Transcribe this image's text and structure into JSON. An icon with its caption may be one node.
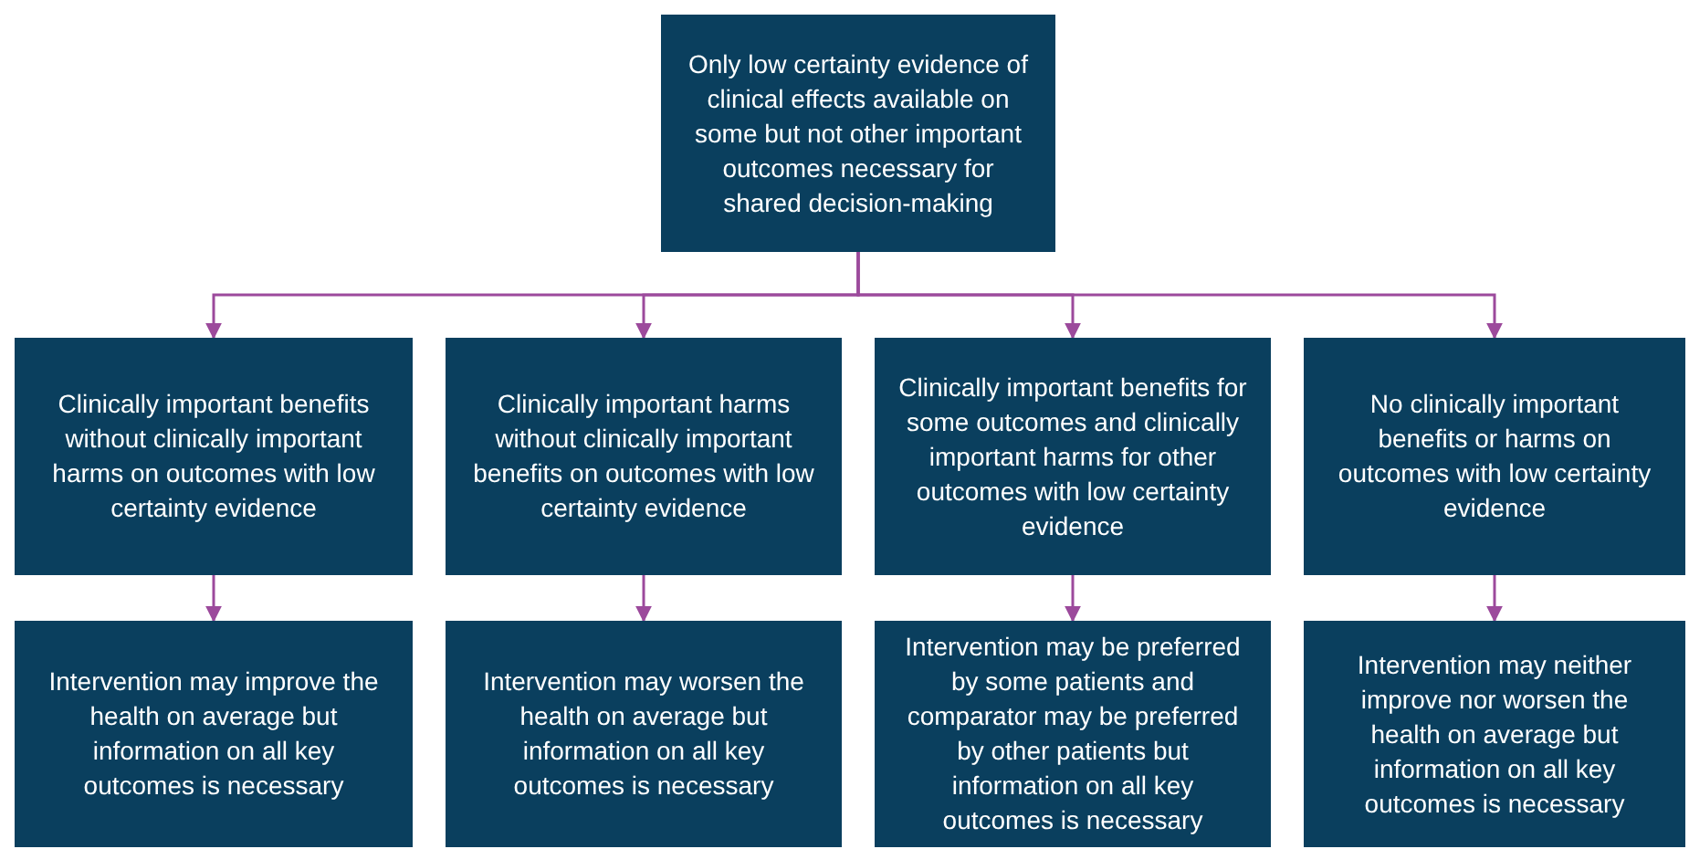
{
  "diagram": {
    "nodes": [
      {
        "text": [
          "Only low certainty evidence of clinical effects available on some but not other important outcomes necessary for shared decision-making"
        ]
      },
      {
        "text": [
          "Clinically important benefits without clinically important harms on outcomes with low certainty evidence"
        ]
      },
      {
        "text": [
          "Clinically important harms without clinically important benefits on outcomes with low certainty evidence"
        ]
      },
      {
        "text": [
          "Clinically important benefits for some outcomes and clinically important harms for other outcomes with low certainty evidence"
        ]
      },
      {
        "text": [
          "No clinically important benefits or harms on outcomes with low certainty evidence"
        ]
      },
      {
        "text": [
          "Intervention may improve the health on average but information on all key outcomes is necessary"
        ]
      },
      {
        "text": [
          "Intervention may worsen the health on average but information on all key outcomes is necessary"
        ]
      },
      {
        "text": [
          "Intervention may be preferred by some patients and comparator may be preferred by other patients but information on all key outcomes is necessary"
        ]
      },
      {
        "text": [
          "Intervention may neither improve nor worsen the health on average but information on all key outcomes is necessary"
        ]
      }
    ],
    "edges": [
      {
        "from": 0,
        "to": 1,
        "arrow": "to"
      },
      {
        "from": 0,
        "to": 2,
        "arrow": "to"
      },
      {
        "from": 0,
        "to": 3,
        "arrow": "to"
      },
      {
        "from": 0,
        "to": 4,
        "arrow": "to"
      },
      {
        "from": 1,
        "to": 5,
        "arrow": "to"
      },
      {
        "from": 2,
        "to": 6,
        "arrow": "to"
      },
      {
        "from": 3,
        "to": 7,
        "arrow": "to"
      },
      {
        "from": 4,
        "to": 8,
        "arrow": "to"
      }
    ]
  }
}
